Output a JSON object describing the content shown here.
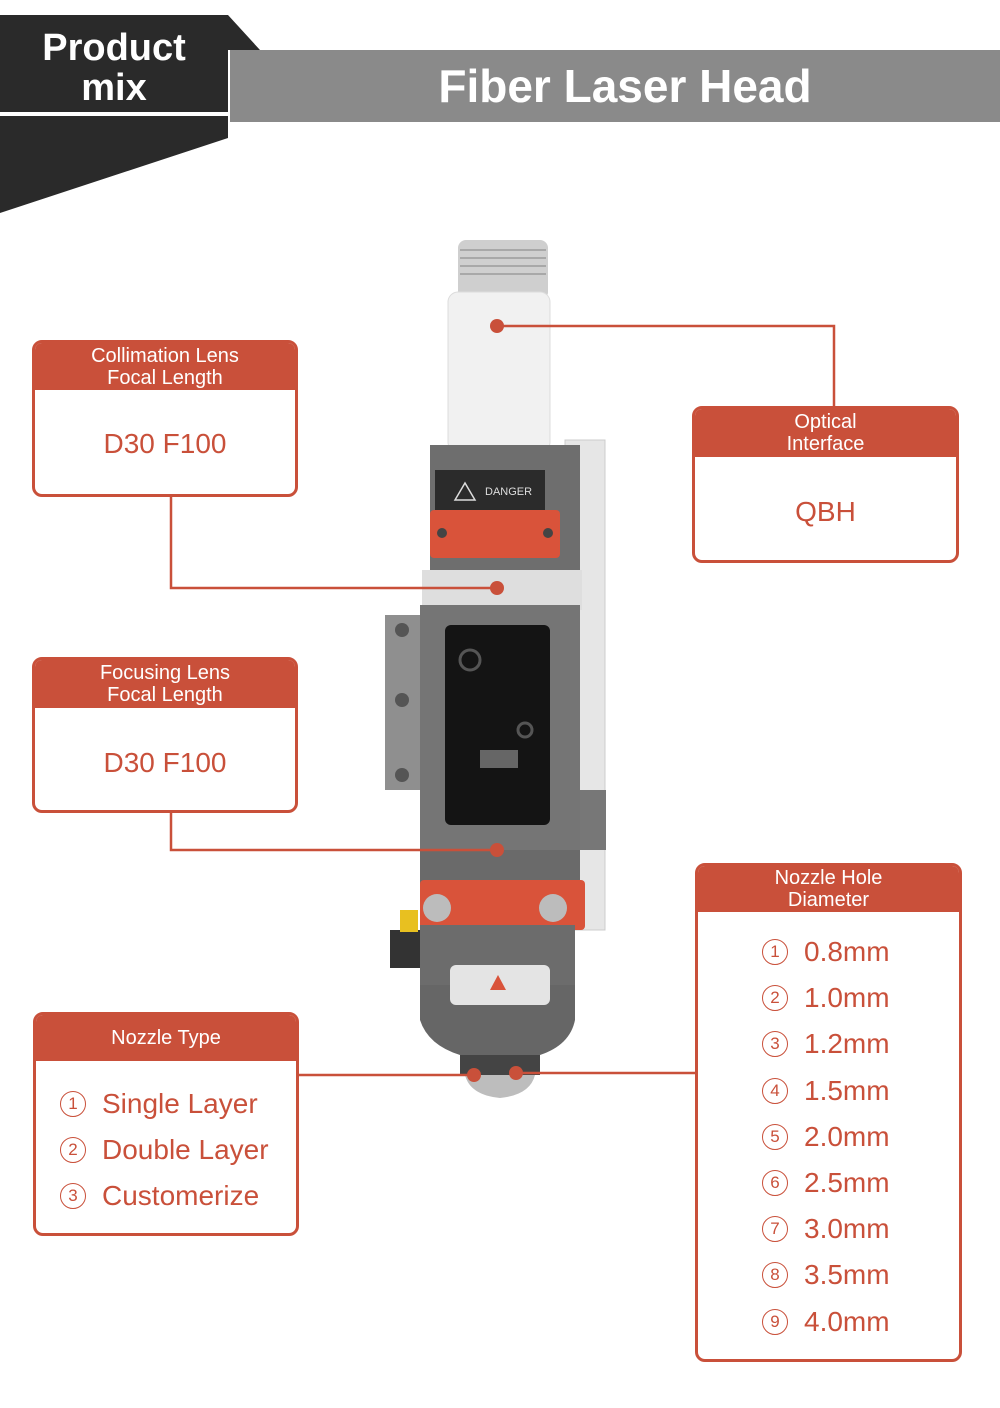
{
  "header": {
    "label_line1": "Product",
    "label_line2": "mix",
    "title": "Fiber Laser Head"
  },
  "colors": {
    "accent": "#c9503a",
    "header_dark": "#2a2a2a",
    "header_gray": "#8a8a8a"
  },
  "collimation": {
    "title_line1": "Collimation Lens",
    "title_line2": "Focal Length",
    "value": "D30 F100"
  },
  "optical": {
    "title_line1": "Optical",
    "title_line2": "Interface",
    "value": "QBH"
  },
  "focusing": {
    "title_line1": "Focusing Lens",
    "title_line2": "Focal Length",
    "value": "D30 F100"
  },
  "nozzle_type": {
    "title": "Nozzle Type",
    "items": [
      {
        "num": "1",
        "label": "Single Layer"
      },
      {
        "num": "2",
        "label": "Double Layer"
      },
      {
        "num": "3",
        "label": "Customerize"
      }
    ]
  },
  "nozzle_hole": {
    "title_line1": "Nozzle Hole",
    "title_line2": "Diameter",
    "items": [
      {
        "num": "1",
        "label": "0.8mm"
      },
      {
        "num": "2",
        "label": "1.0mm"
      },
      {
        "num": "3",
        "label": "1.2mm"
      },
      {
        "num": "4",
        "label": "1.5mm"
      },
      {
        "num": "5",
        "label": "2.0mm"
      },
      {
        "num": "6",
        "label": "2.5mm"
      },
      {
        "num": "7",
        "label": "3.0mm"
      },
      {
        "num": "8",
        "label": "3.5mm"
      },
      {
        "num": "9",
        "label": "4.0mm"
      }
    ]
  },
  "product_image": {
    "label_text": "DANGER"
  }
}
